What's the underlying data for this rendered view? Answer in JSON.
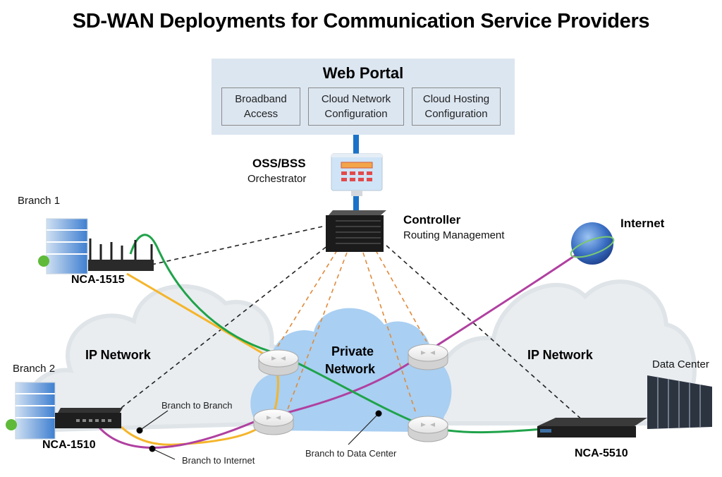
{
  "title": "SD-WAN Deployments for Communication Service Providers",
  "web_portal": {
    "title": "Web Portal",
    "boxes": [
      {
        "line1": "Broadband",
        "line2": "Access"
      },
      {
        "line1": "Cloud Network",
        "line2": "Configuration"
      },
      {
        "line1": "Cloud Hosting",
        "line2": "Configuration"
      }
    ]
  },
  "orchestrator": {
    "title": "OSS/BSS",
    "subtitle": "Orchestrator"
  },
  "controller": {
    "title": "Controller",
    "subtitle": "Routing Management"
  },
  "internet": {
    "title": "Internet"
  },
  "branch1": {
    "label": "Branch 1",
    "device": "NCA-1515"
  },
  "branch2": {
    "label": "Branch 2",
    "device": "NCA-1510"
  },
  "data_center": {
    "label": "Data Center",
    "device": "NCA-5510"
  },
  "networks": {
    "ip_left": "IP Network",
    "private_line1": "Private",
    "private_line2": "Network",
    "ip_right": "IP Network"
  },
  "callouts": {
    "branch_to_branch": "Branch to Branch",
    "branch_to_internet": "Branch to Internet",
    "branch_to_dc": "Branch to Data Center"
  },
  "colors": {
    "branch_to_branch": "#f5b52a",
    "branch_to_internet": "#b040a0",
    "branch_to_dc": "#1fa34a",
    "control_link": "#222222",
    "private_control_link": "#e08a3a",
    "orchestration_link": "#1a73c8",
    "ip_cloud": "#e9edf0",
    "private_cloud": "#a9cff2",
    "portal_bg": "#dce6f1"
  }
}
